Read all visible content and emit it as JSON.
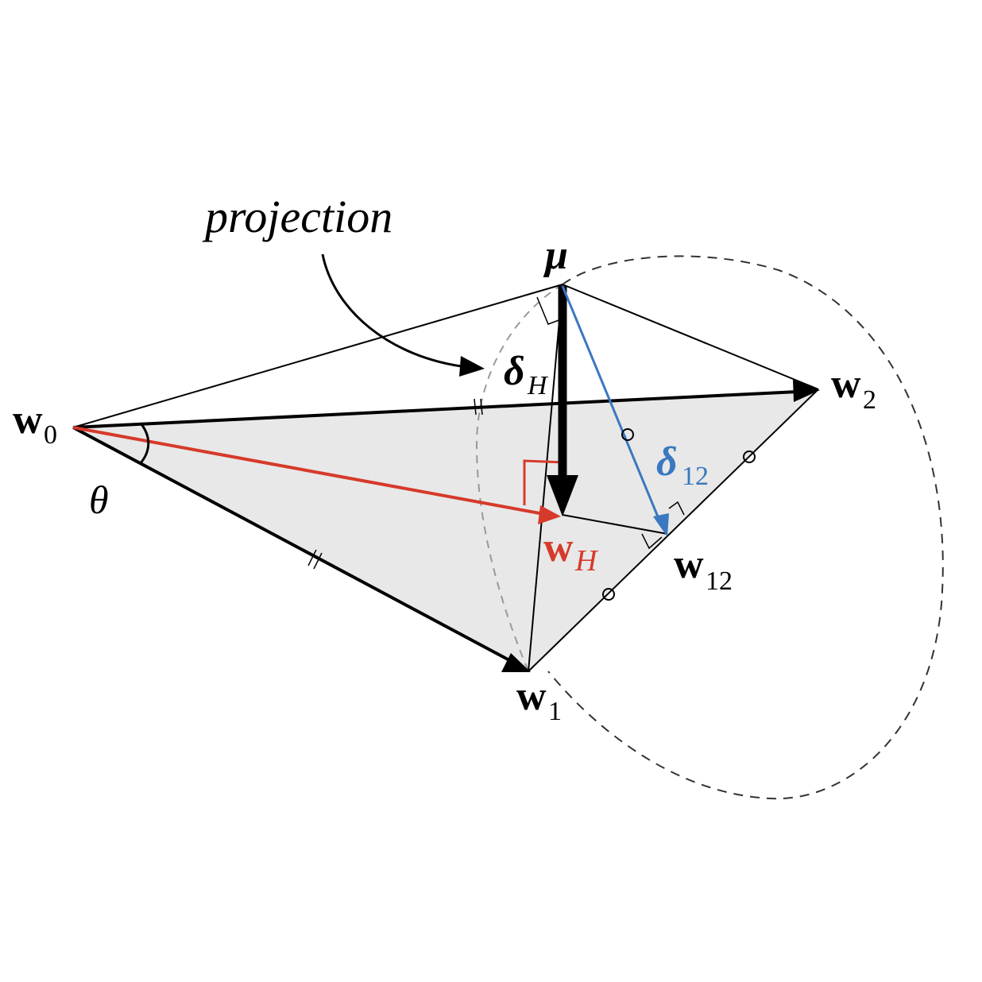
{
  "colors": {
    "background": "#ffffff",
    "plane_fill": "#e8e8e8",
    "line": "#000000",
    "red": "#d63a2a",
    "blue": "#3a78c0",
    "dashed": "#333333",
    "dashed_light": "#999999"
  },
  "labels": {
    "projection": "projection",
    "mu": "μ",
    "delta": "δ",
    "delta_h_sub": "H",
    "delta_12_sub": "12",
    "w": "w",
    "w0_sub": "0",
    "w1_sub": "1",
    "w2_sub": "2",
    "w12_sub": "12",
    "wh_sub": "H",
    "theta": "θ"
  }
}
